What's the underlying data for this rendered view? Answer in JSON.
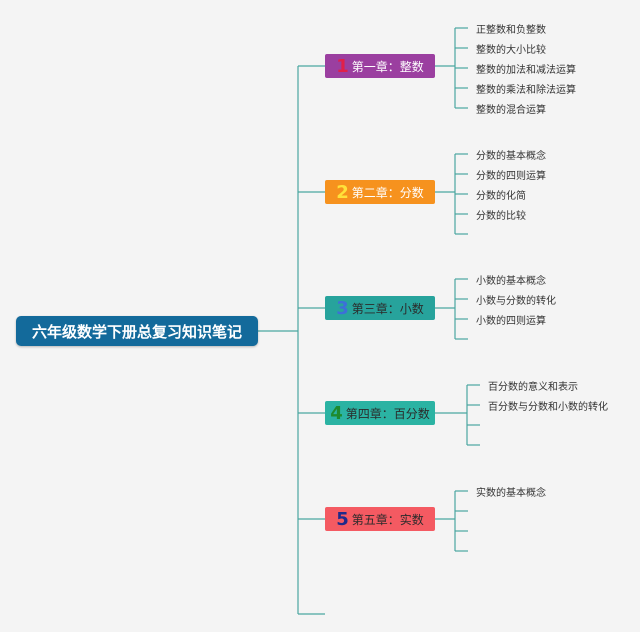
{
  "root": {
    "title": "六年级数学下册总复习知识笔记"
  },
  "chapters": [
    {
      "num": "1",
      "title": "第一章：整数",
      "bg": "#9b3fa0",
      "text_color": "#ffffff",
      "num_color": "#e0204a",
      "items": [
        "正整数和负整数",
        "整数的大小比较",
        "整数的加法和减法运算",
        "整数的乘法和除法运算",
        "整数的混合运算"
      ]
    },
    {
      "num": "2",
      "title": "第二章：分数",
      "bg": "#f6921e",
      "text_color": "#ffffff",
      "num_color": "#ffe23a",
      "items": [
        "分数的基本概念",
        "分数的四则运算",
        "分数的化简",
        "分数的比较",
        ""
      ]
    },
    {
      "num": "3",
      "title": "第三章：小数",
      "bg": "#27a39c",
      "text_color": "#2b2b2b",
      "num_color": "#3d6fd8",
      "items": [
        "小数的基本概念",
        "小数与分数的转化",
        "小数的四则运算",
        ""
      ]
    },
    {
      "num": "4",
      "title": "第四章：百分数",
      "bg": "#2bb3a3",
      "text_color": "#2b2b2b",
      "num_color": "#1e8a2e",
      "items": [
        "百分数的意义和表示",
        "百分数与分数和小数的转化",
        "",
        ""
      ]
    },
    {
      "num": "5",
      "title": "第五章：实数",
      "bg": "#f45a62",
      "text_color": "#2b2b2b",
      "num_color": "#1f2a8a",
      "items": [
        "实数的基本概念",
        "",
        "",
        ""
      ]
    }
  ],
  "colors": {
    "line": "#4aa6a0"
  }
}
